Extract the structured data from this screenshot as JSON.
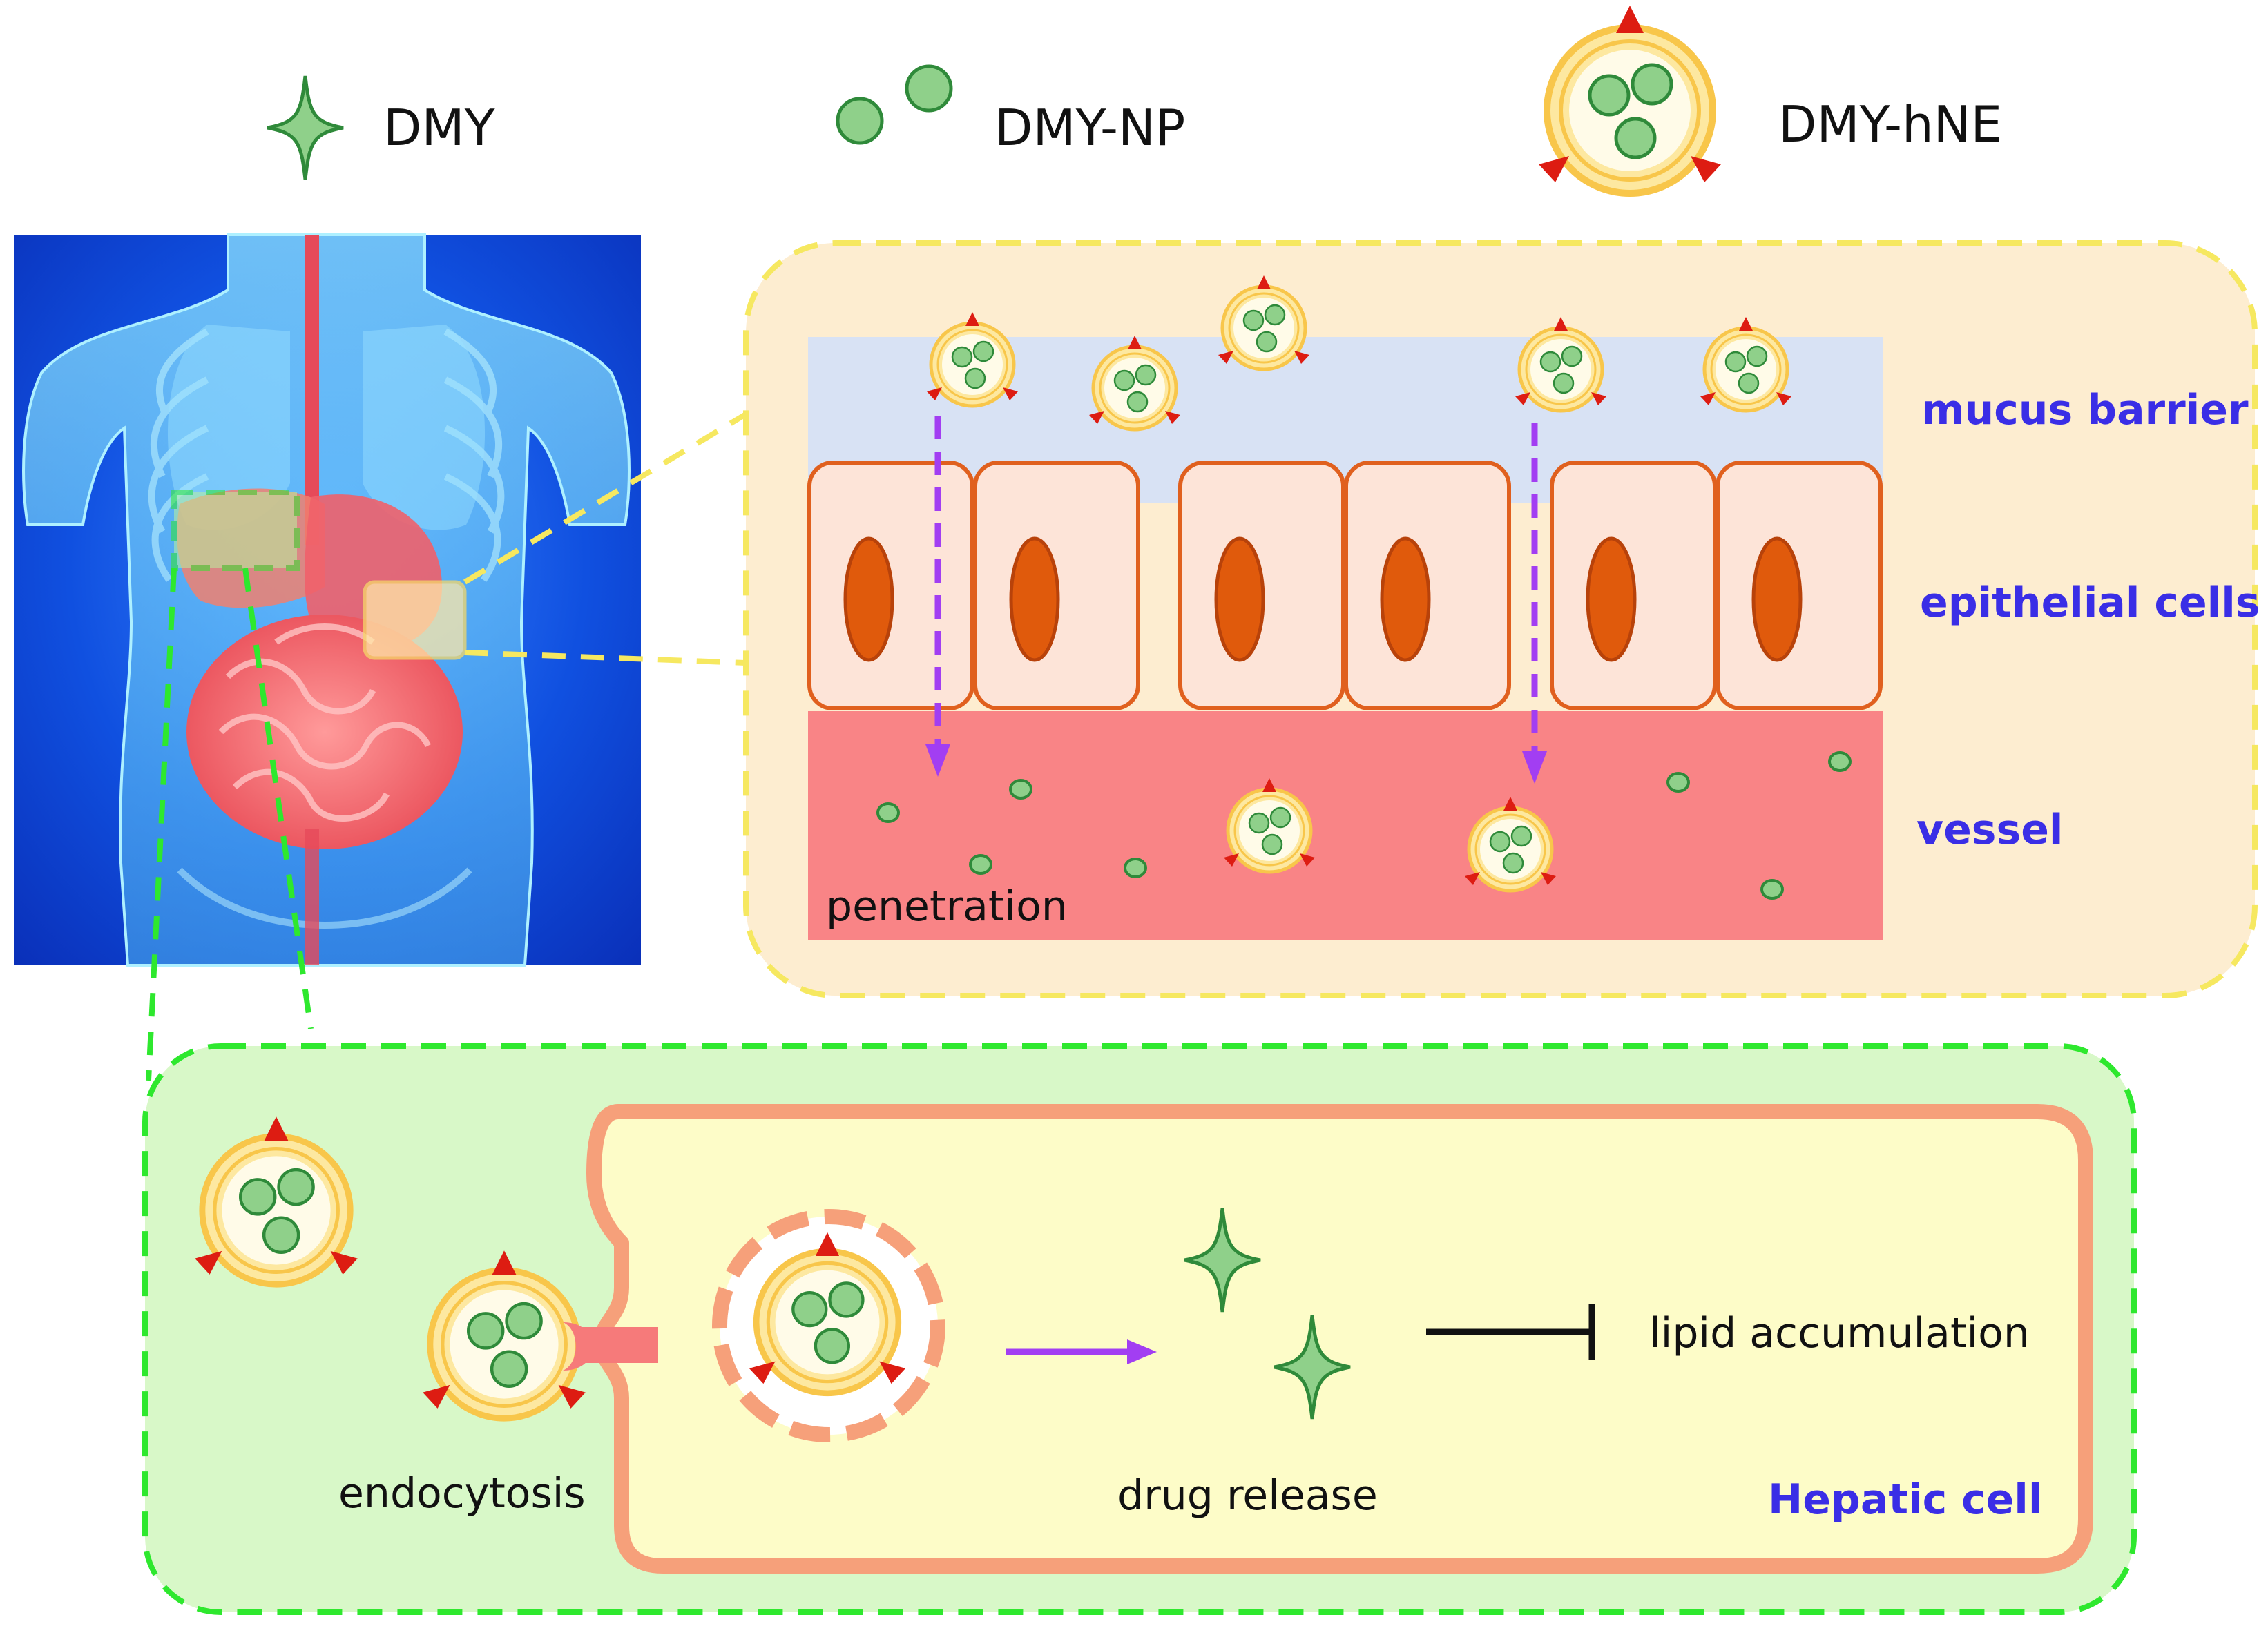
{
  "legend": {
    "dmy": "DMY",
    "dmy_np": "DMY-NP",
    "dmy_hne": "DMY-hNE"
  },
  "intestine": {
    "mucus_label": "mucus barrier",
    "epithelial_label": "epithelial cells",
    "vessel_label": "vessel",
    "penetration_label": "penetration"
  },
  "hepatic": {
    "endocytosis_label": "endocytosis",
    "drug_release_label": "drug release",
    "lipid_label": "lipid accumulation",
    "cell_label": "Hepatic cell"
  },
  "colors": {
    "label_blue": "#3a2ee6",
    "nanoparticle_green": "#8fd08a",
    "shell_yellow": "#f8c64a",
    "marker_red": "#dd1c12",
    "arrow_purple": "#a23ef2",
    "vessel_red": "#f98486",
    "mucus_blue": "#d8e2f4",
    "intestine_panel": "#fdedd0",
    "hepatic_panel": "#d8f8c8",
    "hepatic_cell": "#fdfcc8"
  }
}
